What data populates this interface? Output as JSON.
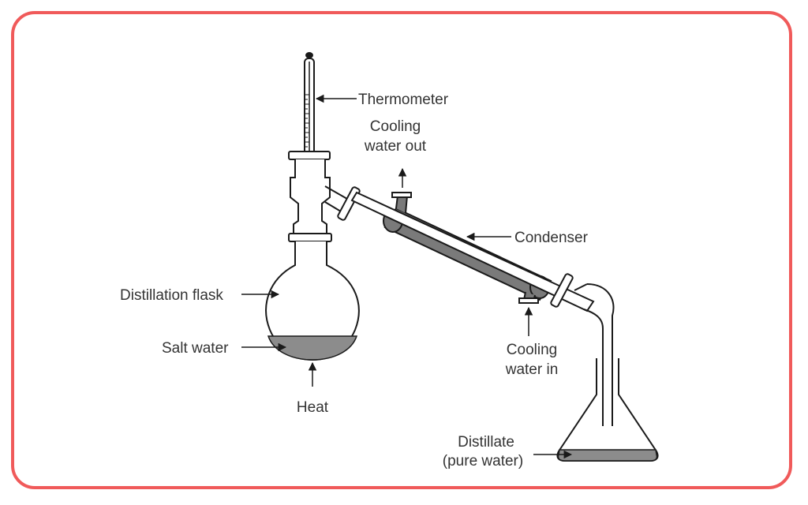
{
  "labels": {
    "thermometer": "Thermometer",
    "cooling_out_1": "Cooling",
    "cooling_out_2": "water out",
    "condenser": "Condenser",
    "flask": "Distillation flask",
    "salt_water": "Salt water",
    "heat": "Heat",
    "cooling_in_1": "Cooling",
    "cooling_in_2": "water in",
    "distillate_1": "Distillate",
    "distillate_2": "(pure water)"
  },
  "colors": {
    "frame": "#f05a5a",
    "line": "#1a1a1a",
    "liquid": "#8c8c8c",
    "condenser_jacket": "#7a7a7a",
    "text": "#333333"
  }
}
